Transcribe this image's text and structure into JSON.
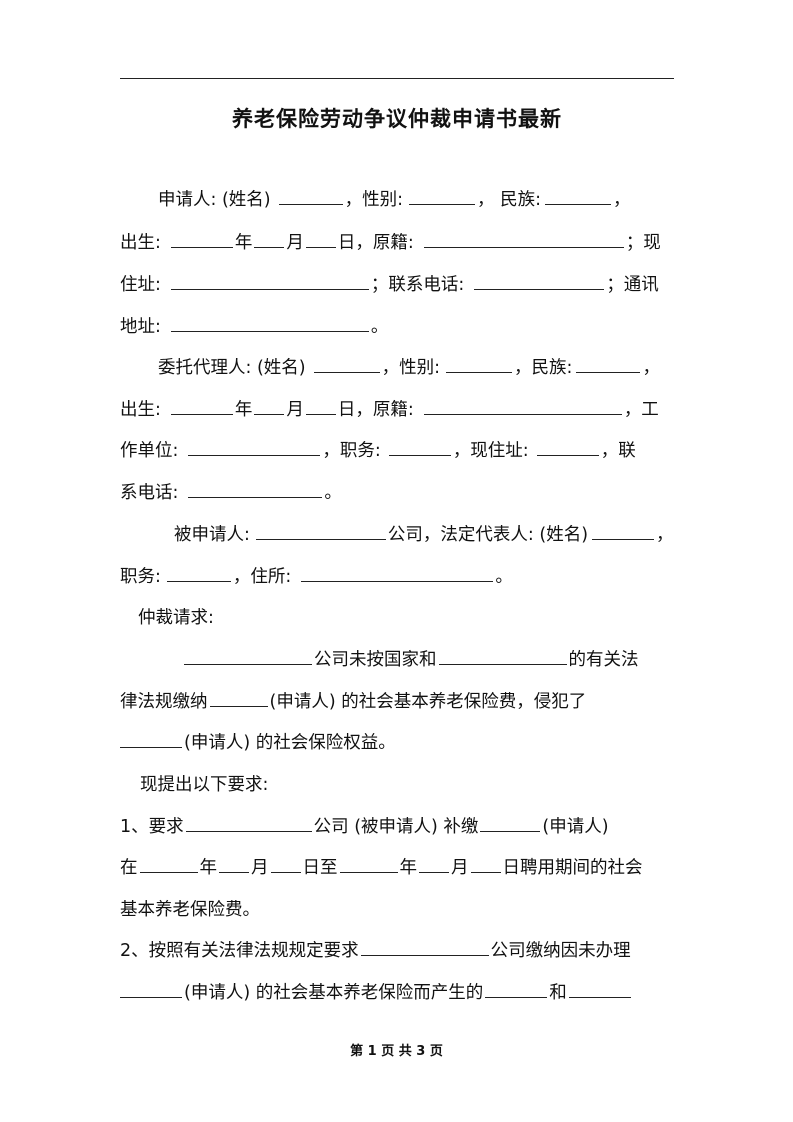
{
  "document": {
    "title": "养老保险劳动争议仲裁申请书最新",
    "footer": "第 1 页 共 3 页"
  },
  "lines": {
    "l1": {
      "a": "申请人: (姓名)",
      "b": "，性别:",
      "c": "，   民族:",
      "d": "，"
    },
    "l2": {
      "a": "出生:",
      "b": "年",
      "c": "月",
      "d": "日，原籍:",
      "e": "；现"
    },
    "l3": {
      "a": "住址:",
      "b": "；联系电话:",
      "c": "；通讯"
    },
    "l4": {
      "a": "地址:",
      "b": "。"
    },
    "l5": {
      "a": "委托代理人: (姓名)",
      "b": "，性别:",
      "c": "，民族:",
      "d": "，"
    },
    "l6": {
      "a": "出生:",
      "b": "年",
      "c": "月",
      "d": "日，原籍:",
      "e": "，工"
    },
    "l7": {
      "a": "作单位:",
      "b": "，职务:",
      "c": "，现住址:",
      "d": "，联"
    },
    "l8": {
      "a": "系电话:",
      "b": "。"
    },
    "l9": {
      "a": "被申请人:",
      "b": "公司，法定代表人: (姓名)",
      "c": "，"
    },
    "l10": {
      "a": "职务:",
      "b": "，住所:",
      "c": "。"
    },
    "l11": {
      "a": "仲裁请求:"
    },
    "l12": {
      "a": "公司未按国家和",
      "b": "的有关法"
    },
    "l13": {
      "a": "律法规缴纳",
      "b": "(申请人) 的社会基本养老保险费，侵犯了"
    },
    "l14": {
      "a": "(申请人) 的社会保险权益。"
    },
    "l15": {
      "a": "现提出以下要求:"
    },
    "l16": {
      "a": "1、要求",
      "b": "公司 (被申请人) 补缴",
      "c": "(申请人)"
    },
    "l17": {
      "a": "在",
      "b": "年",
      "c": "月",
      "d": "日至",
      "e": "年",
      "f": "月",
      "g": "日聘用期间的社会"
    },
    "l18": {
      "a": "基本养老保险费。"
    },
    "l19": {
      "a": "2、按照有关法律法规规定要求",
      "b": "公司缴纳因未办理"
    },
    "l20": {
      "a": "(申请人) 的社会基本养老保险而产生的",
      "b": "和"
    }
  }
}
